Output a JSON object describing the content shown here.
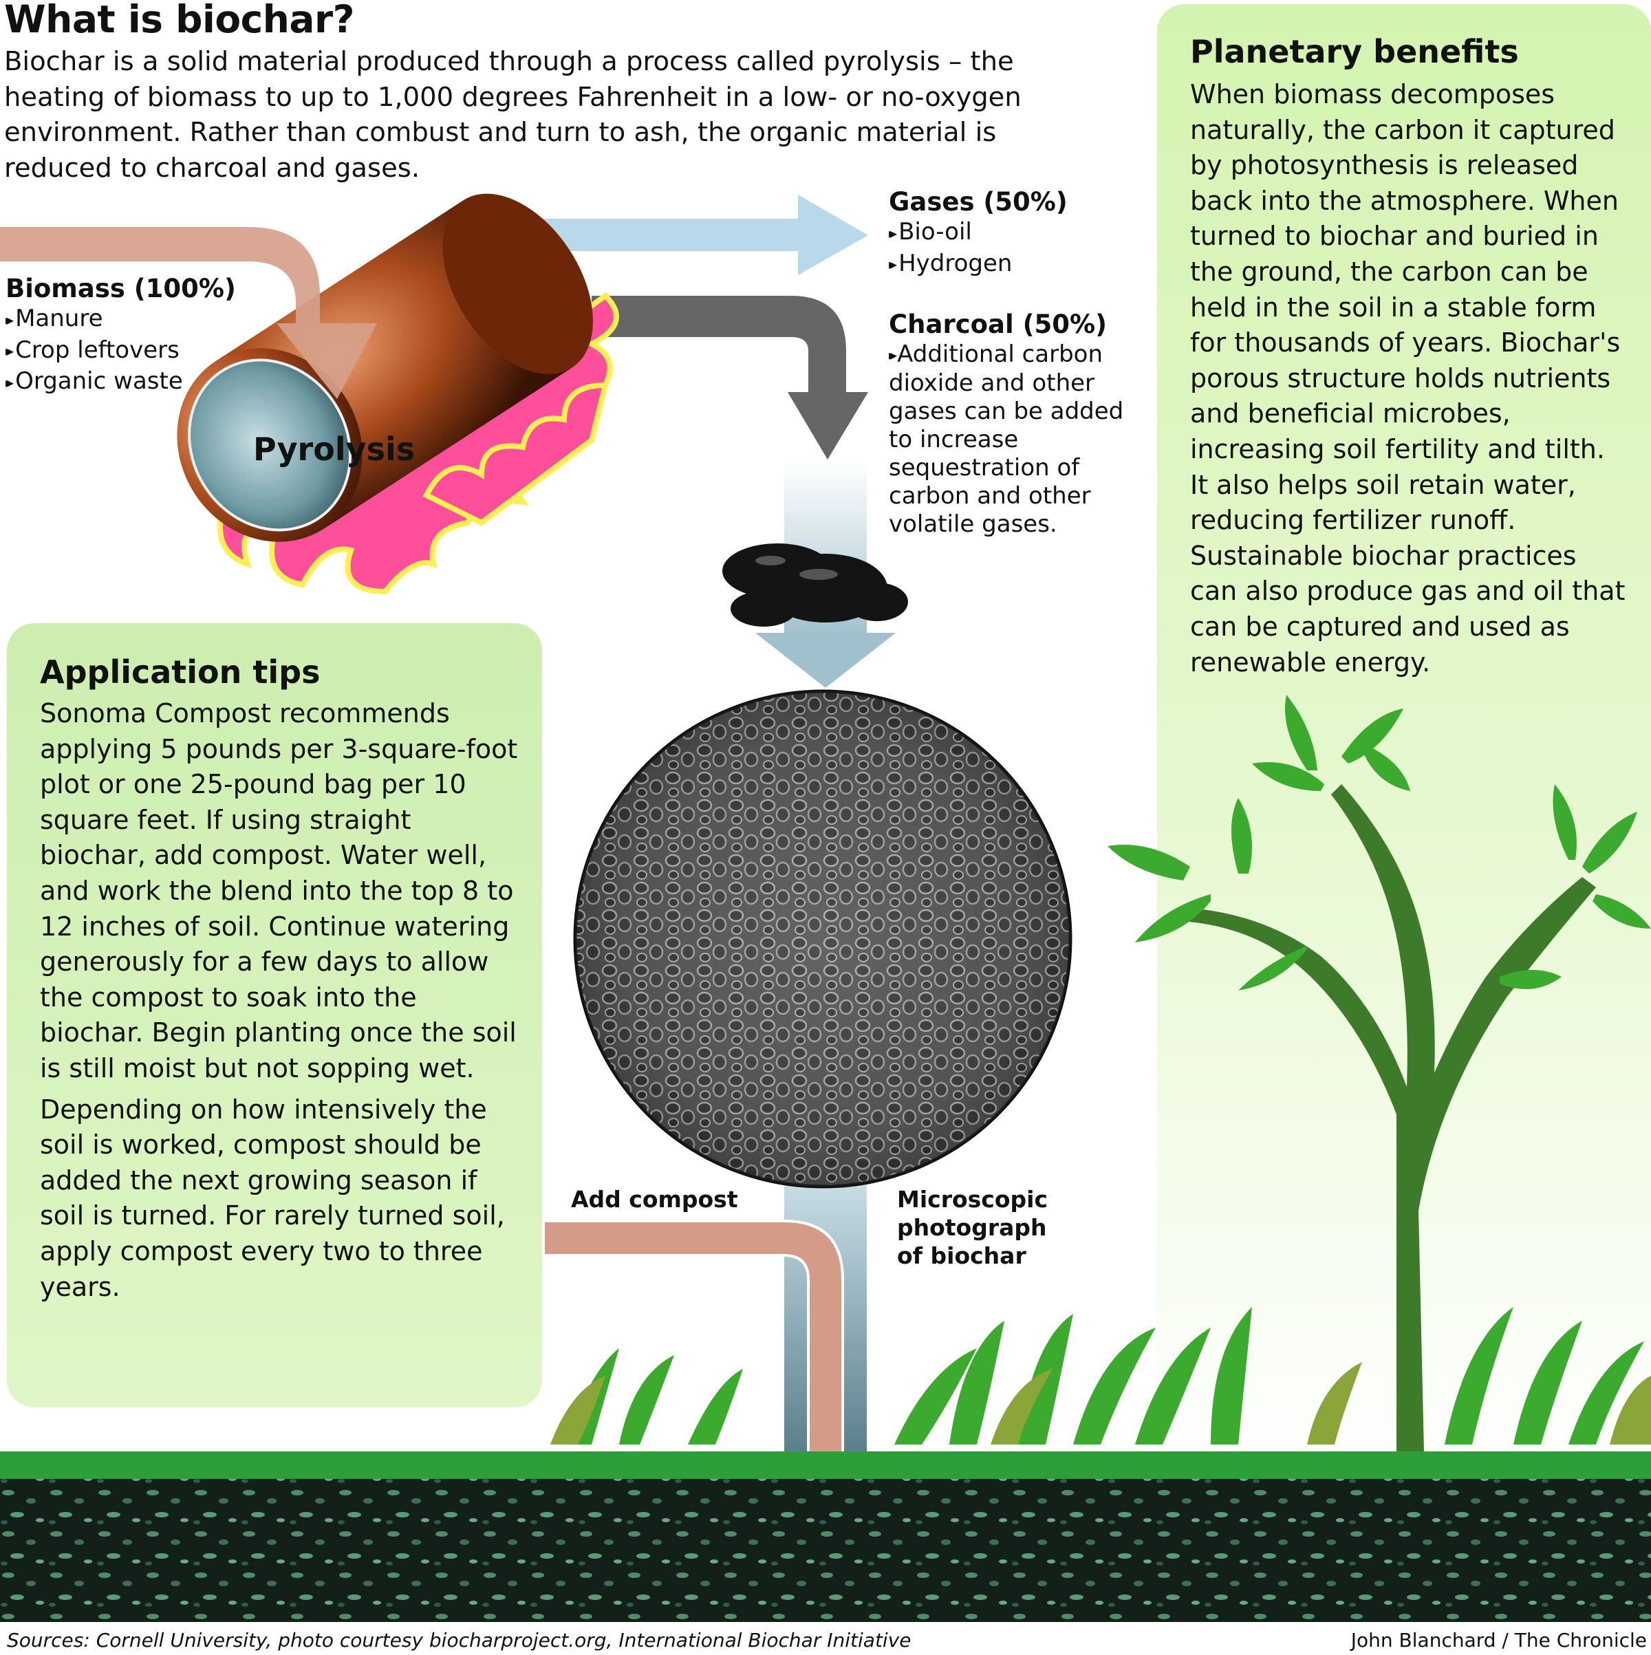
{
  "title": "What is biochar?",
  "intro": "Biochar is a solid material produced through a process called pyrolysis – the heating of biomass to up to 1,000 degrees Fahrenheit  in a low- or no-oxygen environment. Rather than combust and turn to ash, the organic material is reduced to charcoal and gases.",
  "biomass": {
    "label": "Biomass (100%)",
    "items": [
      "Manure",
      "Crop leftovers",
      "Organic waste"
    ]
  },
  "pyrolysis_label": "Pyrolysis",
  "gases": {
    "label": "Gases (50%)",
    "items": [
      "Bio-oil",
      "Hydrogen"
    ]
  },
  "charcoal": {
    "label": "Charcoal (50%)",
    "note": "Additional carbon dioxide and other gases can be added to increase sequestration of carbon and other volatile gases."
  },
  "planetary": {
    "title": "Planetary benefits",
    "text": "When biomass decomposes naturally, the carbon it captured by photosynthesis is released back into the atmosphere. When turned to biochar and buried in the ground, the carbon can be held in the soil in a stable form for thousands of years. Biochar's porous structure holds nutrients and beneficial microbes, increasing soil fertility and tilth. It also helps soil retain water, reducing fertilizer runoff. Sustainable biochar practices can also produce gas and oil that can be captured and used as renewable energy."
  },
  "application": {
    "title": "Application tips",
    "para1": "Sonoma Compost recommends applying 5 pounds per 3-square-foot plot or one 25-pound bag per 10 square feet. If using straight biochar, add compost. Water well, and work the blend into the top 8 to 12 inches of soil. Continue watering generously for a few days to allow the compost to soak into the biochar. Begin planting once the soil is still moist but not sopping wet.",
    "para2": "Depending on how intensively the soil is worked, compost should be added the next growing season if soil is turned. For rarely turned soil, apply compost every two to three years."
  },
  "add_compost_label": "Add compost",
  "micro_caption": "Microscopic photograph of biochar",
  "sources": "Sources: Cornell University, photo courtesy biocharproject.org, International Biochar Initiative",
  "credit": "John Blanchard / The Chronicle",
  "colors": {
    "panel_green": "#d6f5b4",
    "leaf_green": "#3caa2e",
    "trunk_green": "#3d7a2a",
    "soil_dark": "#1a2a1a",
    "ground_green": "#2e9e3a",
    "compost_arrow": "#d49c86",
    "gas_arrow": "#b9d9ea",
    "charcoal_arrow": "#666666",
    "flame_pink": "#ff5aa0"
  }
}
